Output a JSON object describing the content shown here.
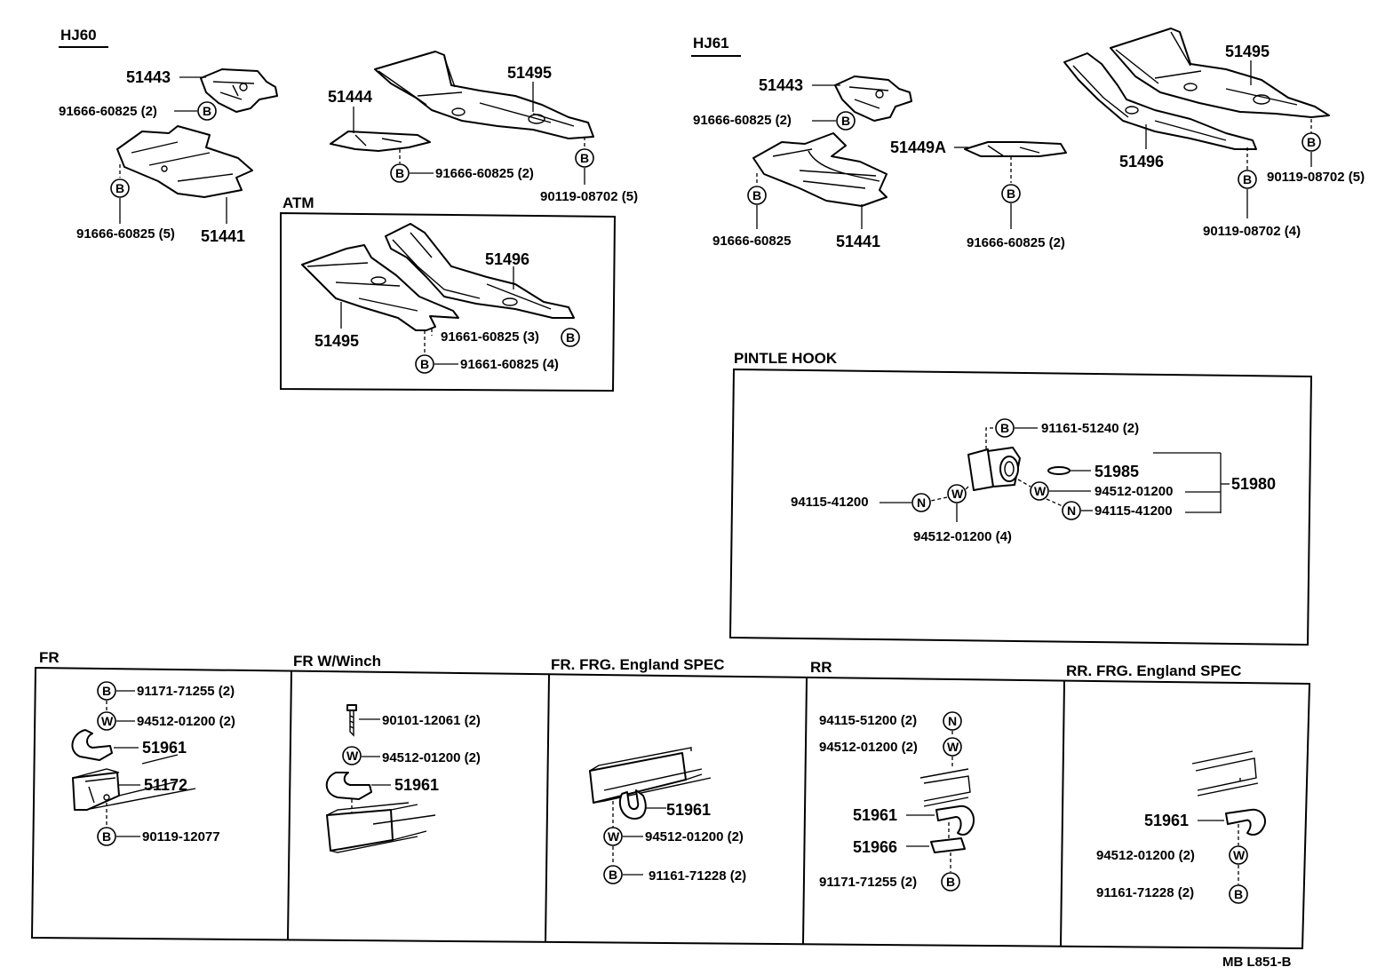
{
  "footer": "MB  L851-B",
  "sections": {
    "hj60": {
      "title": "HJ60"
    },
    "hj61": {
      "title": "HJ61"
    },
    "atm": {
      "title": "ATM"
    },
    "pintle": {
      "title": "PINTLE  HOOK"
    },
    "fr": {
      "title": "FR"
    },
    "frwinch": {
      "title": "FR W/Winch"
    },
    "frfrg": {
      "title": "FR. FRG. England SPEC"
    },
    "rr": {
      "title": "RR"
    },
    "rrfrg": {
      "title": "RR. FRG. England SPEC"
    }
  },
  "symbols": {
    "bolt": "B",
    "washer": "W",
    "nut": "N"
  },
  "labels": {
    "hj60_51443": "51443",
    "hj60_b1": "91666-60825 (2)",
    "hj60_b2": "91666-60825 (5)",
    "hj60_51441": "51441",
    "hj60_51444": "51444",
    "hj60_51495": "51495",
    "hj60_b3": "91666-60825 (2)",
    "hj60_b4": "90119-08702 (5)",
    "atm_51496": "51496",
    "atm_51495": "51495",
    "atm_b1": "91661-60825 (3)",
    "atm_b2": "91661-60825 (4)",
    "hj61_51443": "51443",
    "hj61_b1": "91666-60825 (2)",
    "hj61_b2": "91666-60825",
    "hj61_51441": "51441",
    "hj61_51449a": "51449A",
    "hj61_b3": "91666-60825 (2)",
    "hj61_51495": "51495",
    "hj61_51496": "51496",
    "hj61_b4": "90119-08702 (5)",
    "hj61_b5": "90119-08702 (4)",
    "ph_b": "91161-51240 (2)",
    "ph_51985": "51985",
    "ph_w1": "94512-01200",
    "ph_n1": "94115-41200",
    "ph_51980": "51980",
    "ph_n2": "94115-41200",
    "ph_w2": "94512-01200 (4)",
    "fr_b1": "91171-71255 (2)",
    "fr_w": "94512-01200 (2)",
    "fr_51961": "51961",
    "fr_51172": "51172",
    "fr_b2": "90119-12077",
    "fw_bolt": "90101-12061 (2)",
    "fw_w": "94512-01200 (2)",
    "fw_51961": "51961",
    "ff_51961": "51961",
    "ff_w": "94512-01200 (2)",
    "ff_b": "91161-71228 (2)",
    "rr_n": "94115-51200 (2)",
    "rr_w": "94512-01200 (2)",
    "rr_51961": "51961",
    "rr_51966": "51966",
    "rr_b": "91171-71255 (2)",
    "rf_51961": "51961",
    "rf_w": "94512-01200 (2)",
    "rf_b": "91161-71228 (2)"
  }
}
